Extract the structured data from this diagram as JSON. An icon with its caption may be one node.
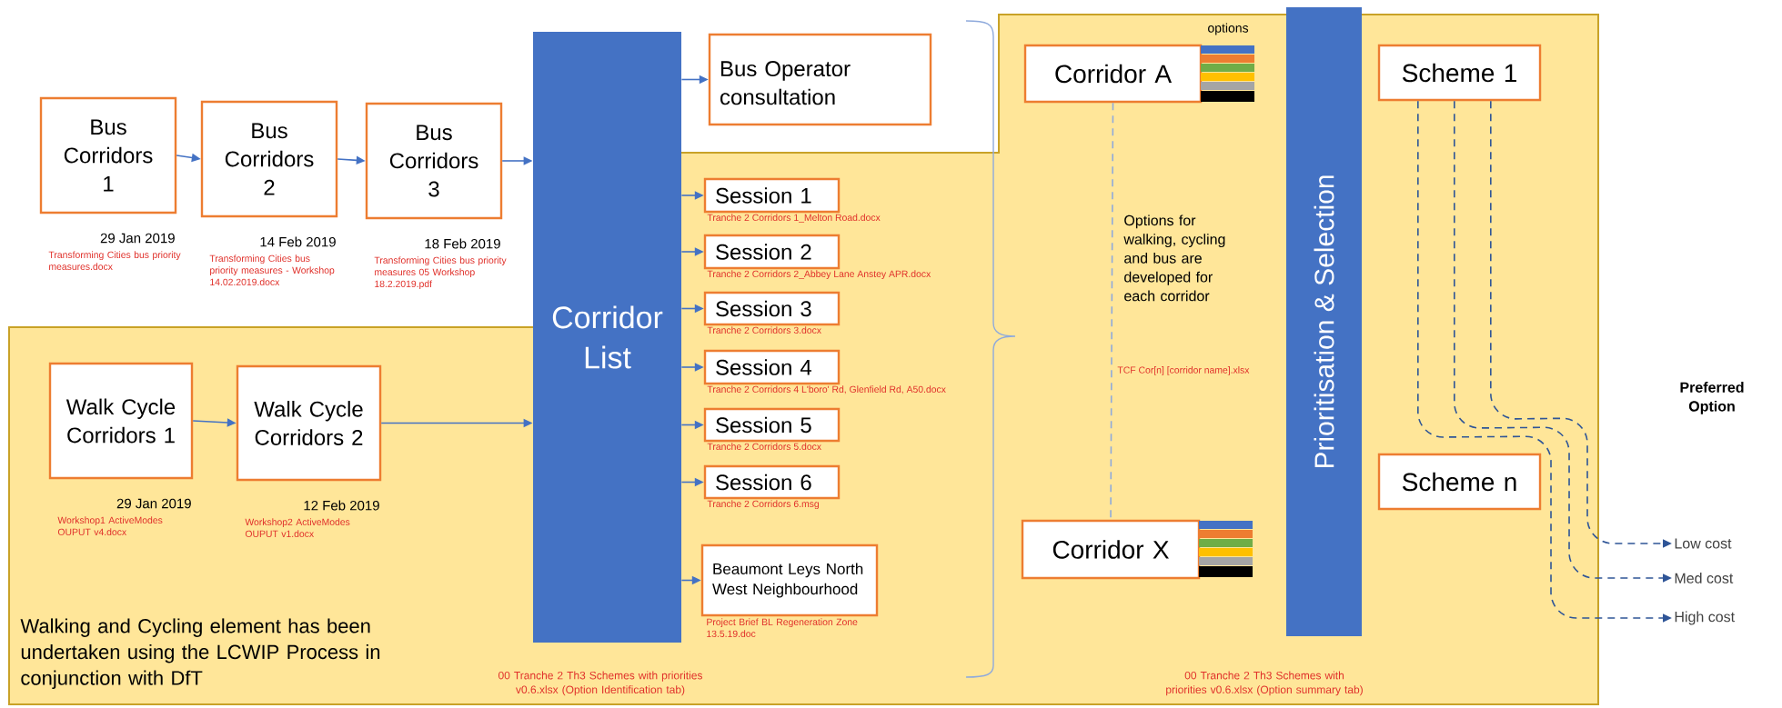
{
  "diagram": {
    "nodes": [
      {
        "text": [
          "Bus Corridors 1"
        ],
        "beside": [
          "29 Jan 2019",
          "Transforming Cities bus priority measures.docx"
        ]
      },
      {
        "text": [
          "Bus Corridors 2"
        ],
        "beside": [
          "14 Feb 2019",
          "Transforming Cities bus priority measures - Workshop 14.02.2019.docx"
        ]
      },
      {
        "text": [
          "Bus Corridors 3"
        ],
        "beside": [
          "18 Feb 2019",
          "Transforming Cities bus priority measures 05 Workshop 18.2.2019.pdf"
        ]
      },
      {
        "text": [
          "Walk Cycle Corridors 1"
        ],
        "beside": [
          "29 Jan 2019",
          "Workshop1 ActiveModes OUPUT v4.docx"
        ]
      },
      {
        "text": [
          "Walk Cycle Corridors 2"
        ],
        "beside": [
          "12 Feb 2019",
          "Workshop2 ActiveModes OUPUT v1.docx"
        ]
      },
      {
        "text": [
          "Corridor List"
        ]
      },
      {
        "text": [
          "Bus Operator consultation"
        ]
      },
      {
        "text": [
          "Session 1"
        ],
        "beside": [
          "Tranche 2 Corridors 1_Melton Road.docx"
        ]
      },
      {
        "text": [
          "Session 2"
        ],
        "beside": [
          "Tranche 2 Corridors 2_Abbey Lane Anstey APR.docx"
        ]
      },
      {
        "text": [
          "Session 3"
        ],
        "beside": [
          "Tranche 2 Corridors 3.docx"
        ]
      },
      {
        "text": [
          "Session 4"
        ],
        "beside": [
          "Tranche 2 Corridors 4 L'boro' Rd, Glenfield Rd, A50.docx"
        ]
      },
      {
        "text": [
          "Session 5"
        ],
        "beside": [
          "Tranche 2 Corridors 5.docx"
        ]
      },
      {
        "text": [
          "Session 6"
        ],
        "beside": [
          "Tranche 2 Corridors 6.msg"
        ]
      },
      {
        "text": [
          "Beaumont Leys North West Neighbourhood"
        ],
        "beside": [
          "Project Brief BL Regeneration Zone 13.5.19.doc"
        ]
      },
      {
        "text": [
          "Corridor A"
        ]
      },
      {
        "text": [
          "Corridor X"
        ]
      },
      {
        "text": [
          "Prioritisation & Selection"
        ]
      },
      {
        "text": [
          "Scheme 1"
        ]
      },
      {
        "text": [
          "Scheme n"
        ]
      },
      {
        "text": [
          "Low cost"
        ]
      },
      {
        "text": [
          "Med cost"
        ]
      },
      {
        "text": [
          "High cost"
        ]
      }
    ],
    "edges": [
      {
        "from": 0,
        "to": 1,
        "arrow": "to"
      },
      {
        "from": 1,
        "to": 2,
        "arrow": "to"
      },
      {
        "from": 2,
        "to": 5,
        "arrow": "to"
      },
      {
        "from": 3,
        "to": 4,
        "arrow": "to"
      },
      {
        "from": 4,
        "to": 5,
        "arrow": "to"
      },
      {
        "from": 5,
        "to": 6,
        "arrow": "to"
      },
      {
        "from": 5,
        "to": 7,
        "arrow": "to"
      },
      {
        "from": 5,
        "to": 8,
        "arrow": "to"
      },
      {
        "from": 5,
        "to": 9,
        "arrow": "to"
      },
      {
        "from": 5,
        "to": 10,
        "arrow": "to"
      },
      {
        "from": 5,
        "to": 11,
        "arrow": "to"
      },
      {
        "from": 5,
        "to": 12,
        "arrow": "to"
      },
      {
        "from": 5,
        "to": 13,
        "arrow": "to"
      },
      {
        "from": 14,
        "to": 15,
        "arrow": "none",
        "style": "dashed",
        "color": "#8faadc"
      },
      {
        "from": 17,
        "to": 19,
        "arrow": "to",
        "style": "dashed",
        "color": "#2f5597"
      },
      {
        "from": 17,
        "to": 20,
        "arrow": "to",
        "style": "dashed",
        "color": "#2f5597"
      },
      {
        "from": 17,
        "to": 21,
        "arrow": "to",
        "style": "dashed",
        "color": "#2f5597"
      }
    ],
    "labels": [
      "options",
      "Options for walking, cycling and bus are developed for each corridor",
      "TCF Cor[n] [corridor name].xlsx",
      "Walking and Cycling element has been undertaken using the LCWIP Process in conjunction with DfT",
      "00 Tranche 2 Th3 Schemes with priorities v0.6.xlsx (Option Identification tab)",
      "00 Tranche 2 Th3 Schemes with priorities v0.6.xlsx (Option summary tab)",
      "Preferred Option"
    ]
  }
}
